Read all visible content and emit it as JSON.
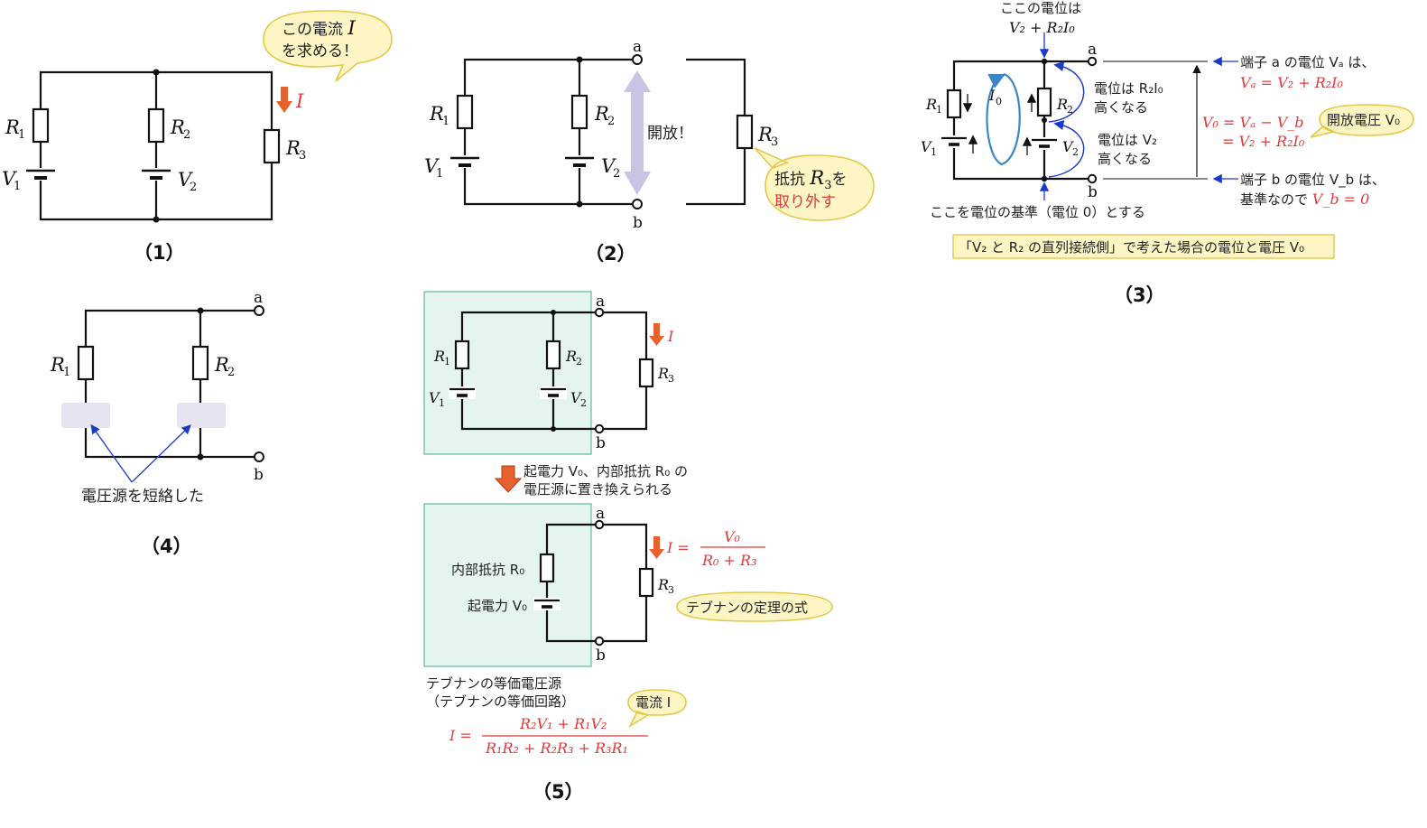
{
  "d1": {
    "caption": "（1）",
    "bubble": [
      "この電流",
      "I",
      "を求める！"
    ],
    "labels": {
      "R1": "R",
      "R1s": "1",
      "R2": "R",
      "R2s": "2",
      "R3": "R",
      "R3s": "3",
      "V1": "V",
      "V1s": "1",
      "V2": "V",
      "V2s": "2",
      "I": "I"
    }
  },
  "d2": {
    "caption": "（2）",
    "open": "開放！",
    "a": "a",
    "b": "b",
    "bubble": [
      "抵抗",
      "R",
      "3",
      "を",
      "取り外す"
    ]
  },
  "d3": {
    "caption": "（3）",
    "top_note": [
      "ここの電位は",
      "V₂ + R₂I₀"
    ],
    "a": "a",
    "b": "b",
    "I0": "I",
    "I0s": "0",
    "note_R2": [
      "電位は R₂I₀",
      "高くなる"
    ],
    "note_V2": [
      "電位は V₂",
      "高くなる"
    ],
    "bottom_note": "ここを電位の基準（電位 0）とする",
    "term_a": [
      "端子 a の電位 Vₐ は、",
      "Vₐ = V₂ + R₂I₀"
    ],
    "term_b": [
      "端子 b の電位 V_b は、",
      "基準なので",
      "V_b = 0"
    ],
    "v0_eq": [
      "V₀ = Vₐ − V_b",
      "= V₂ + R₂I₀"
    ],
    "bubble": "開放電圧 V₀",
    "box": "「V₂ と R₂ の直列接続側」で考えた場合の電位と電圧 V₀"
  },
  "d4": {
    "caption": "（4）",
    "a": "a",
    "b": "b",
    "note": "電圧源を短絡した"
  },
  "d5": {
    "caption": "（5）",
    "a": "a",
    "b": "b",
    "arrow_text": [
      "起電力 V₀、内部抵抗 R₀ の",
      "電圧源に置き換えられる"
    ],
    "internal_R": "内部抵抗 R₀",
    "emf": "起電力 V₀",
    "eq_lhs": "I =",
    "eq_num": "V₀",
    "eq_den": "R₀ + R₃",
    "bubble_thevenin": "テブナンの定理の式",
    "equiv_label": [
      "テブナンの等価電圧源",
      "（テブナンの等価回路）"
    ],
    "bubble_current": "電流 I",
    "final_lhs": "I =",
    "final_num": "R₂V₁ + R₁V₂",
    "final_den": "R₁R₂ + R₂R₃ + R₃R₁"
  },
  "colors": {
    "accent_red": "#e03a3a",
    "arrow_orange": "#e8602c",
    "teal_box": "#e3f5ee",
    "teal_border": "#5fb89a",
    "blue": "#1a3ac8",
    "lavender": "#c9c3e4"
  }
}
